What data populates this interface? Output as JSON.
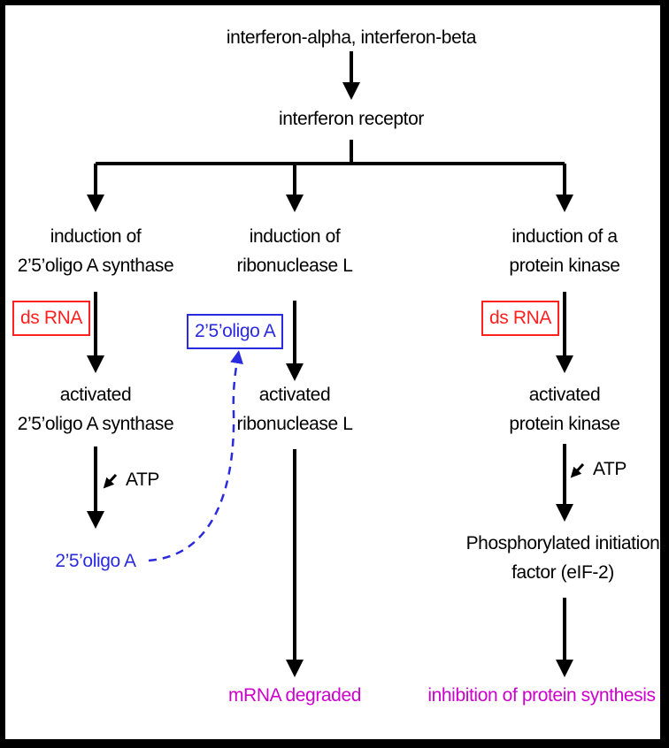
{
  "colors": {
    "background": "#000000",
    "panel": "#ffffff",
    "text": "#000000",
    "trigger_red": "#ff2020",
    "oligo_blue": "#2a2adf",
    "outcome_magenta": "#cc00cc"
  },
  "top": {
    "ligands": "interferon-alpha, interferon-beta",
    "receptor": "interferon receptor"
  },
  "left": {
    "induction_line1": "induction of",
    "induction_line2": "2’5’oligo A synthase",
    "trigger": "ds RNA",
    "activated_line1": "activated",
    "activated_line2": "2’5’oligo A synthase",
    "cofactor": "ATP",
    "product": "2’5’oligo A"
  },
  "middle": {
    "induction_line1": "induction of",
    "induction_line2": "ribonuclease L",
    "trigger": "2’5’oligo A",
    "activated_line1": "activated",
    "activated_line2": "ribonuclease L",
    "outcome": "mRNA degraded"
  },
  "right": {
    "induction_line1": "induction of a",
    "induction_line2": "protein kinase",
    "trigger": "ds RNA",
    "activated_line1": "activated",
    "activated_line2": "protein kinase",
    "cofactor": "ATP",
    "product_line1": "Phosphorylated initiation",
    "product_line2": "factor (eIF-2)",
    "outcome": "inhibition of protein synthesis"
  }
}
